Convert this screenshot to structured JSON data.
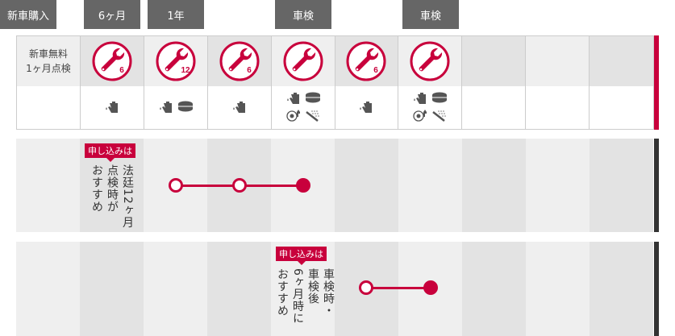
{
  "milestones": [
    "新車購入",
    "6ヶ月",
    "1年",
    "車検",
    "車検"
  ],
  "table": {
    "first_label": "新車無料\n1ヶ月点検",
    "columns": [
      {
        "wrench_number": "6",
        "icons": [
          "oil-change-icon"
        ]
      },
      {
        "wrench_number": "12",
        "icons": [
          "oil-change-icon",
          "oil-filter-icon"
        ]
      },
      {
        "wrench_number": "6",
        "icons": [
          "oil-change-icon"
        ]
      },
      {
        "wrench_number": "",
        "icons": [
          "oil-change-icon",
          "oil-filter-icon",
          "brake-fluid-icon",
          "wiper-icon"
        ]
      },
      {
        "wrench_number": "6",
        "icons": [
          "oil-change-icon"
        ]
      },
      {
        "wrench_number": "",
        "icons": [
          "oil-change-icon",
          "oil-filter-icon",
          "brake-fluid-icon",
          "wiper-icon"
        ]
      }
    ]
  },
  "plan1": {
    "badge": "申し込みは",
    "text": "法廷12ヶ月点検時がおすすめ",
    "lines": [
      "法廷12ヶ月",
      "点検時が",
      "おすすめ"
    ],
    "points": 3
  },
  "plan2": {
    "badge": "申し込みは",
    "lines": [
      "車検時・",
      "車検後",
      "6ヶ月時に",
      "おすすめ"
    ],
    "points": 2
  },
  "colors": {
    "accent": "#c8003c",
    "tag": "#666666"
  }
}
